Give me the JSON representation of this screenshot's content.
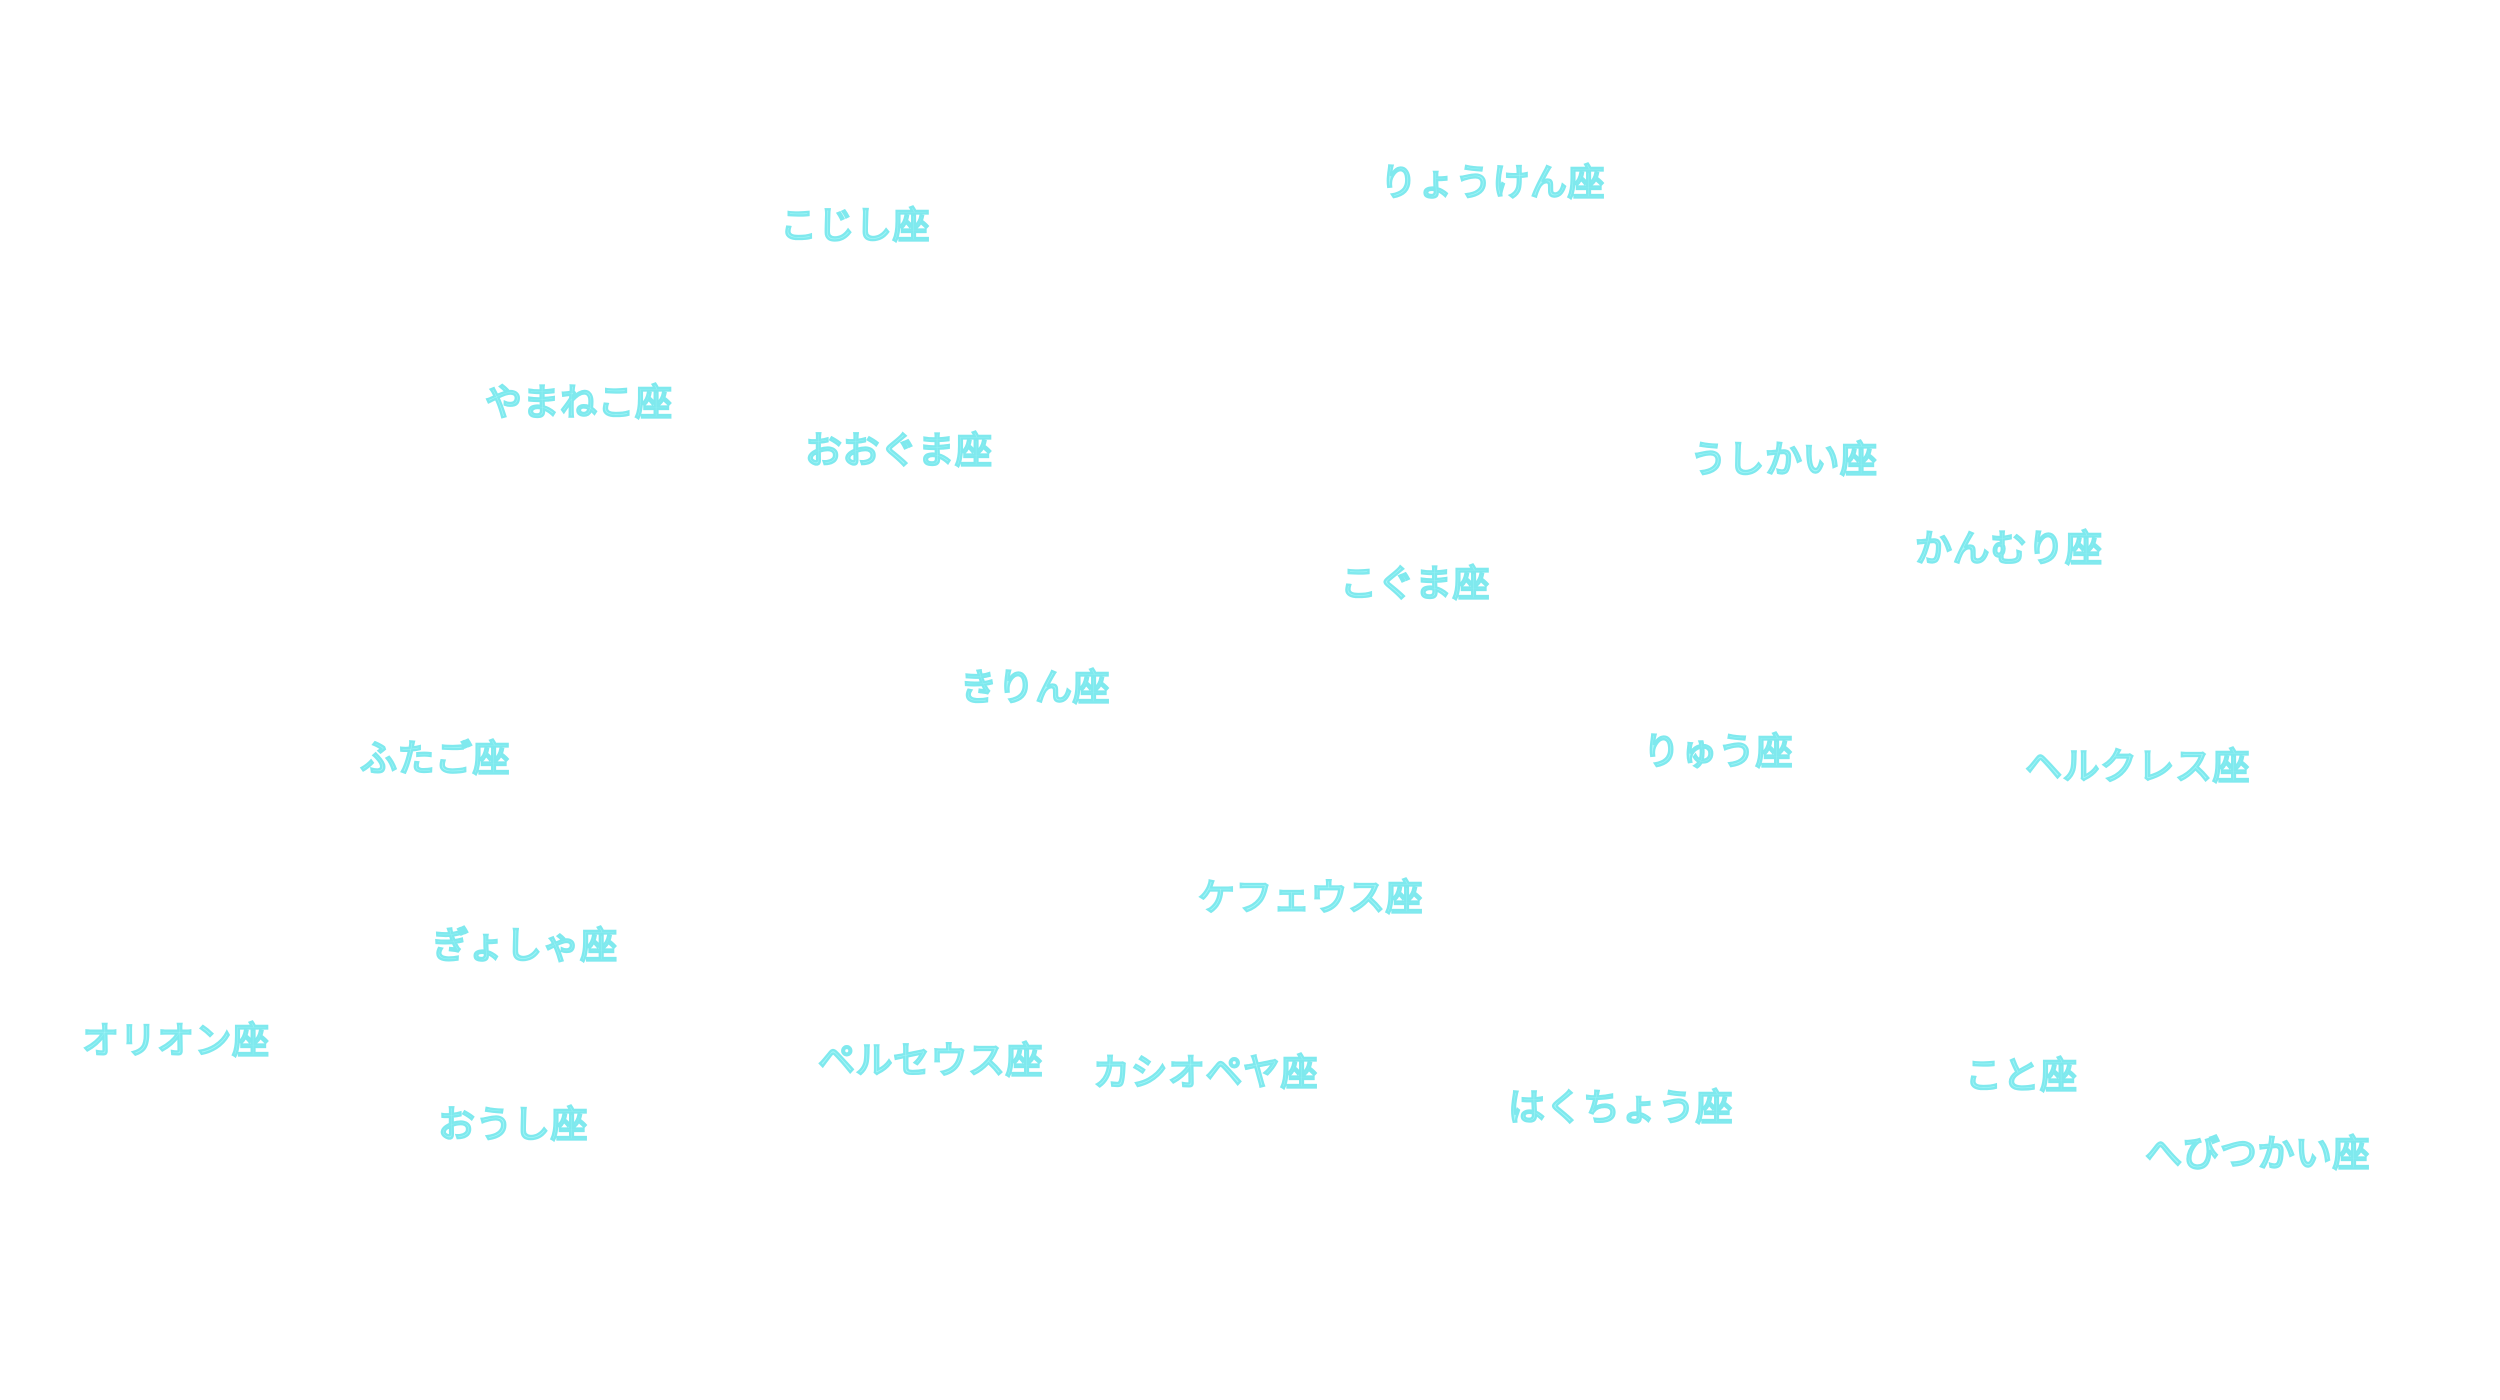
{
  "colors": {
    "background": "#ffffff",
    "label_fill": "#a7f7f8",
    "label_outline": "#7fe9ee"
  },
  "labels": {
    "ryouken": "りょうけん座",
    "kojishi": "こじし座",
    "yamaneko": "やまねこ座",
    "ooguma": "おおぐま座",
    "ushikai": "うしかい座",
    "kanmuri": "かんむり座",
    "koguma": "こぐま座",
    "kirin": "きりん座",
    "futago": "ふたご座",
    "ryuu": "りゅう座",
    "herukuresu": "ヘルクレス座",
    "kefeusu": "ケフェウス座",
    "gyosha": "ぎょしゃ座",
    "orion": "オリオン座",
    "peruseusu": "ペルセウス座",
    "kashiopeya": "カシオペヤ座",
    "hakuchou": "はくちょう座",
    "koto": "こと座",
    "oushi": "おうし座",
    "hebitsukai": "へびつかい座"
  }
}
